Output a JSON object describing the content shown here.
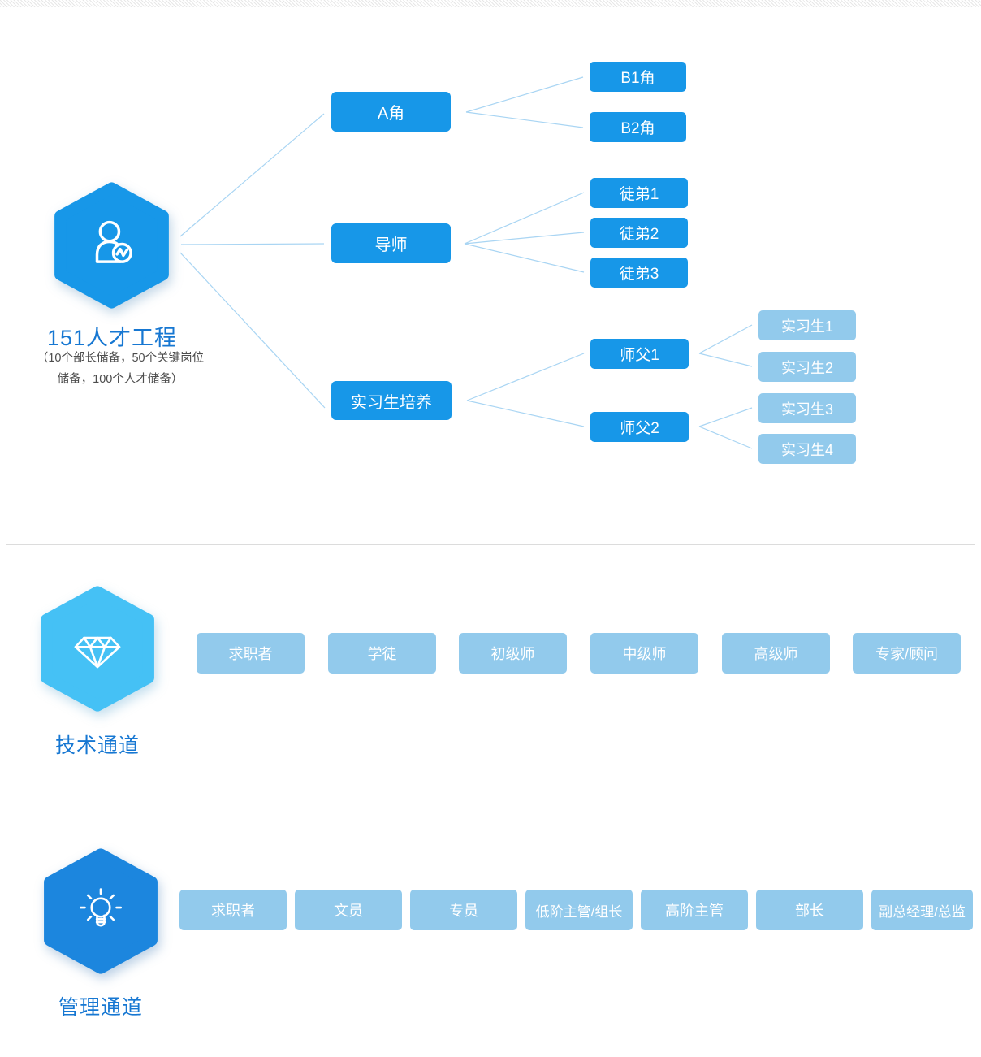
{
  "colors": {
    "primary_blue": "#1797E8",
    "light_blue": "#92CAEC",
    "sky_blue": "#45C1F5",
    "deep_blue": "#1C86DE",
    "title_blue": "#1677D2",
    "connector_blue": "#A9D5F3",
    "divider_gray": "#DCDCDC",
    "subtitle_gray": "#4D4D4D"
  },
  "talent_program": {
    "icon": "person-badge-icon",
    "title": "151人才工程",
    "subtitle_line1": "（10个部长储备，50个关键岗位",
    "subtitle_line2": "储备，100个人才储备）",
    "branch_a": {
      "label": "A角",
      "children": [
        "B1角",
        "B2角"
      ]
    },
    "branch_mentor": {
      "label": "导师",
      "children": [
        "徒弟1",
        "徒弟2",
        "徒弟3"
      ]
    },
    "branch_intern": {
      "label": "实习生培养",
      "masters": [
        {
          "label": "师父1",
          "interns": [
            "实习生1",
            "实习生2"
          ]
        },
        {
          "label": "师父2",
          "interns": [
            "实习生3",
            "实习生4"
          ]
        }
      ]
    }
  },
  "tech_channel": {
    "icon": "diamond-icon",
    "title": "技术通道",
    "stages": [
      "求职者",
      "学徒",
      "初级师",
      "中级师",
      "高级师",
      "专家/顾问"
    ]
  },
  "management_channel": {
    "icon": "lightbulb-icon",
    "title": "管理通道",
    "stages": [
      "求职者",
      "文员",
      "专员",
      "低阶主管/组长",
      "高阶主管",
      "部长",
      "副总经理/总监"
    ]
  }
}
